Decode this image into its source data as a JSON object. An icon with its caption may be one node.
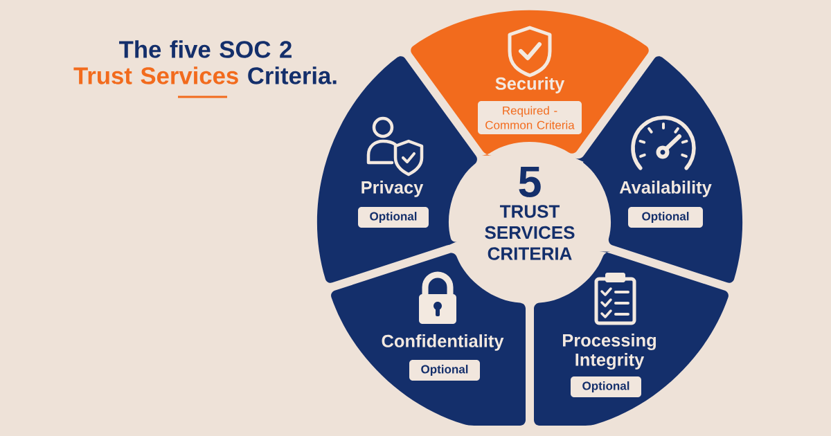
{
  "diagram": {
    "title": "The five SOC 2 Trust Services Criteria.",
    "nodes": [
      {
        "text": [
          "Security"
        ]
      },
      {
        "text": [
          "Required - Common Criteria"
        ],
        "in": 0
      },
      {
        "text": [
          "Availability"
        ]
      },
      {
        "text": [
          "Optional"
        ],
        "in": 2
      },
      {
        "text": [
          "Processing Integrity"
        ]
      },
      {
        "text": [
          "Optional"
        ],
        "in": 4
      },
      {
        "text": [
          "Confidentiality"
        ]
      },
      {
        "text": [
          "Optional"
        ],
        "in": 6
      },
      {
        "text": [
          "Privacy"
        ]
      },
      {
        "text": [
          "Optional"
        ],
        "in": 8
      }
    ],
    "labels": [
      "5",
      "TRUST SERVICES CRITERIA"
    ]
  }
}
